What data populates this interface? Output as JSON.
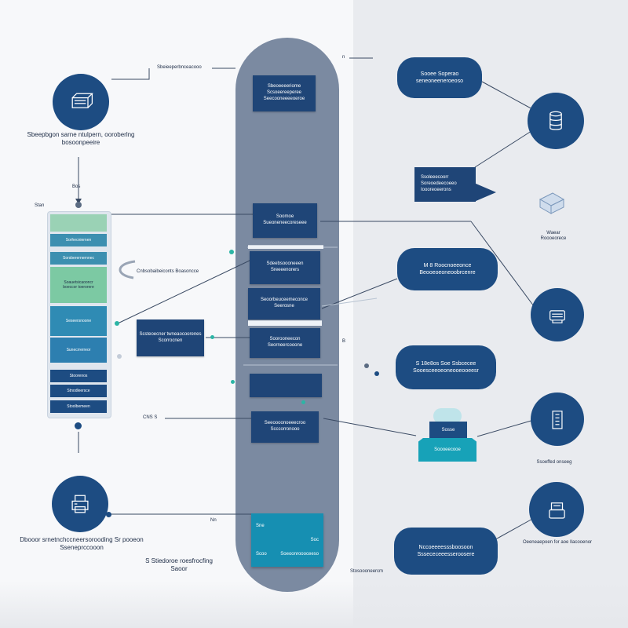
{
  "colors": {
    "navy": "#1d4c82",
    "card": "#1f4577",
    "pillar": "#7b8aa1",
    "teal": "#168fb2",
    "green": "#7cc9a3",
    "background": "#f7f8fa"
  },
  "left": {
    "top_pointer_label": "Sbeieeperbnceacooo",
    "top_icon": "server-stack-icon",
    "top_caption": [
      "Sbeepbgon sarne ntulpern, ooroberlng",
      "bosoonpeeire"
    ],
    "pointer_small": "Bos",
    "stack_header_tag": "Stan",
    "stack_rows": [
      "Sorhecniernen",
      "Sorsberernernnec",
      "Soauetsicaooncr",
      "boeccor toerorere",
      "Seseersnoone",
      "Sunecrrerreor",
      "Stoorenos",
      "Stnodleersce",
      "Stoolbemeen"
    ],
    "swoosh_label": "Cnbsobaibeiconts Boasoncce",
    "mid_card": [
      "Scsteoecner twneaocoorenes",
      "Scorrocnen"
    ],
    "cns_label": "CNS S",
    "bottom_icon": "printer-icon",
    "bottom_caption": [
      "Dbooor srnetnchccneersorooding Sr pooeon",
      "Sseneprccooon"
    ],
    "bottom_caption2": [
      "S Stiedoroe roesfrocfing",
      "Saoor"
    ],
    "dot_label": "Nn"
  },
  "center": {
    "top_card": [
      "Sbeoeeeeriome",
      "Scsoeereeperee",
      "Seecooneeeeoeroe"
    ],
    "card2": [
      "Soomoe",
      "Sueoneneecoreseee"
    ],
    "card3": [
      "Sdeebsoooneeen",
      "Sreeeenorers"
    ],
    "card4": [
      "Seoorbeuceemeconce",
      "Seerosne"
    ],
    "card5": [
      "Soorooneecon",
      "Seorneercooone"
    ],
    "card6": [
      "Seeoooonoeeecroo",
      "Scccorronooo"
    ],
    "teal_rows": [
      [
        "Sne",
        ""
      ],
      [
        "",
        "Soc"
      ],
      [
        "Scoo",
        "Soeoonroooceeso"
      ]
    ],
    "bottom_note": "Stosoooneercm",
    "small_b": "B"
  },
  "right": {
    "top_label": "n",
    "pill1": [
      "Sooee  Soperao",
      "seneoneeneroeoso"
    ],
    "callout": [
      "Ssoleeecoorr",
      "Soreoedeecoeeo",
      "Ioooreoeerons"
    ],
    "isometric_label": [
      "Waear",
      "Roooeorece"
    ],
    "pill2": [
      "M 8 Roocnoeeonce",
      "Beooeoeoneoobrcenre"
    ],
    "pill3": [
      "S 18e8os Soe Ssbcecee",
      "Sooesceeoeoneooeooeesr"
    ],
    "box3d_top": "Sosse",
    "box3d_base": "Soooeecooe",
    "circle5_caption": "Ssoeffed onseeg",
    "pill4": [
      "Nccoeeeesssboosoon",
      "Sssececeeesseroosere"
    ],
    "circle6_caption": "Oeeneaepoen for aoe Ilacooenor"
  }
}
